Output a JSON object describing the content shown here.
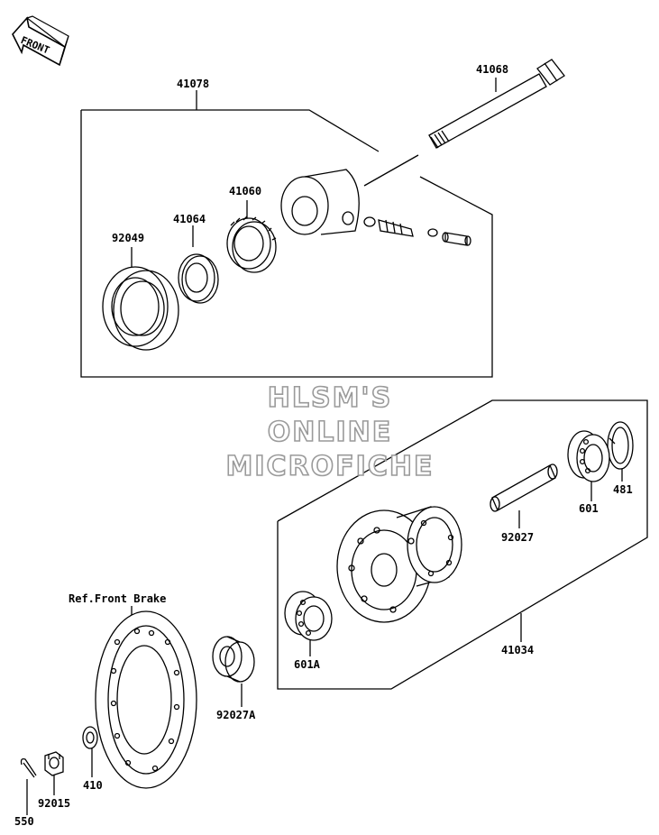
{
  "front_arrow": {
    "label": "FRONT",
    "icon": "front-direction-arrow-icon"
  },
  "watermark": {
    "line1": "HLSM'S",
    "line2": "ONLINE",
    "line3": "MICROFICHE"
  },
  "reference_note": "Ref.Front Brake",
  "parts": [
    {
      "id": "41078",
      "name": "Assembly group (box)"
    },
    {
      "id": "41068",
      "name": "Axle"
    },
    {
      "id": "41060",
      "name": "Gear ring"
    },
    {
      "id": "41064",
      "name": "Washer"
    },
    {
      "id": "92049",
      "name": "Oil seal"
    },
    {
      "id": "481",
      "name": "Circlip"
    },
    {
      "id": "601",
      "name": "Ball bearing"
    },
    {
      "id": "92027",
      "name": "Collar"
    },
    {
      "id": "41034",
      "name": "Hub"
    },
    {
      "id": "601A",
      "name": "Ball bearing"
    },
    {
      "id": "92027A",
      "name": "Collar"
    },
    {
      "id": "410",
      "name": "Washer"
    },
    {
      "id": "92015",
      "name": "Castle nut"
    },
    {
      "id": "550",
      "name": "Cotter pin"
    }
  ],
  "colors": {
    "line": "#000000",
    "watermark_outline": "#9a9a9a",
    "background": "#ffffff"
  }
}
